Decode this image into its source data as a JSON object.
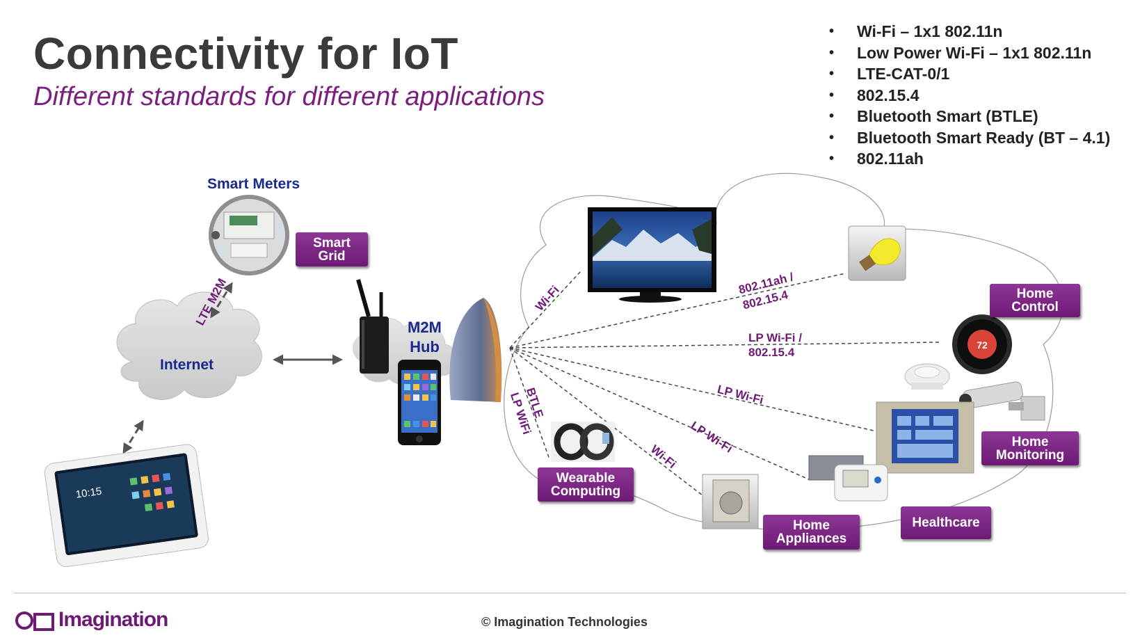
{
  "title": "Connectivity for IoT",
  "subtitle": "Different standards for different applications",
  "bullets": [
    "Wi-Fi – 1x1 802.11n",
    "Low Power Wi-Fi – 1x1 802.11n",
    "LTE-CAT-0/1",
    "802.15.4",
    "Bluetooth  Smart (BTLE)",
    "Bluetooth  Smart Ready (BT – 4.1)",
    "802.11ah"
  ],
  "nodes": {
    "smart_meters": "Smart Meters",
    "internet": "Internet",
    "m2m_hub": "M2M\nHub"
  },
  "tags": {
    "smart_grid": "Smart\nGrid",
    "home_control": "Home\nControl",
    "home_monitoring": "Home\nMonitoring",
    "healthcare": "Healthcare",
    "home_appliances": "Home\nAppliances",
    "wearable_computing": "Wearable\nComputing"
  },
  "links": {
    "lte_m2m": "LTE M2M",
    "wifi_tv": "Wi-Fi",
    "ah_1": "802.11ah /",
    "ah_2": "802.15.4",
    "lpwifi_1": "LP Wi-Fi /",
    "lpwifi_2": "802.15.4",
    "lp_wifi_monitor": "LP Wi-Fi",
    "lp_wifi_health": "LP Wi-Fi",
    "wifi_appliance": "Wi-Fi",
    "btle": "BTLE",
    "lp_wifi_wear": "LP WiFi"
  },
  "thermostat_value": "72",
  "tablet_time": "10:15",
  "footer": {
    "logo": "Imagination",
    "copyright": "© Imagination Technologies"
  },
  "colors": {
    "title": "#3a3a3a",
    "accent": "#7b1f7e",
    "tag": "#7a2482",
    "blue_label": "#1a2a8c"
  }
}
